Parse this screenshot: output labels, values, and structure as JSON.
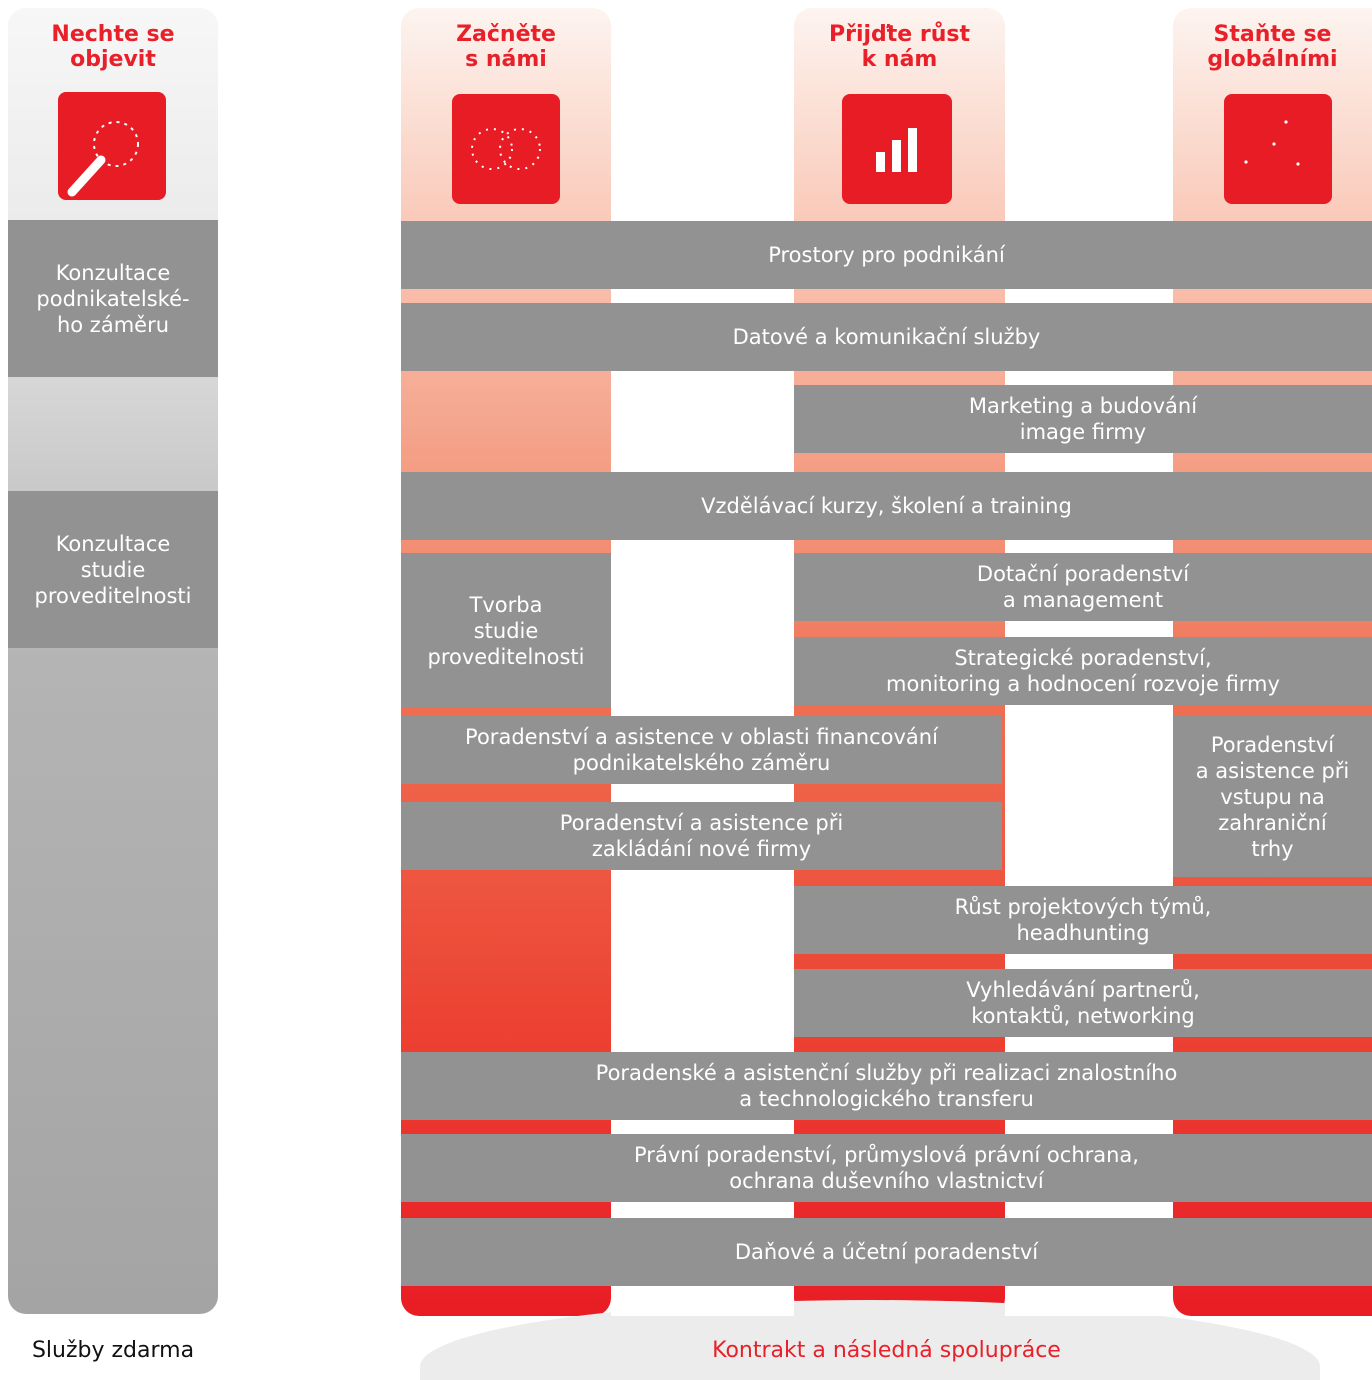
{
  "stages": [
    {
      "title": "Nechte se\nobjevit",
      "icon": "magnifier-icon"
    },
    {
      "title": "Začněte\ns námi",
      "icon": "eu-stars-icon"
    },
    {
      "title": "Přijďte růst\nk nám",
      "icon": "bar-chart-icon"
    },
    {
      "title": "Staňte se\nglobálními",
      "icon": "globe-dots-icon"
    }
  ],
  "free_services": [
    "Konzultace\npodnikatelské-\nho záměru",
    "Konzultace\nstudie\nproveditelnosti"
  ],
  "services": [
    "Prostory pro podnikání",
    "Datové a komunikační služby",
    "Marketing a budování\nimage firmy",
    "Vzdělávací kurzy, školení a training",
    "Dotační poradenství\na management",
    "Tvorba\nstudie\nproveditelnosti",
    "Strategické poradenství,\nmonitoring a hodnocení rozvoje firmy",
    "Poradenství a asistence v oblasti financování\npodnikatelského záměru",
    "Poradenství\na asistence při\nvstupu na\nzahraniční\ntrhy",
    "Poradenství a asistence při\nzakládání nové firmy",
    "Růst projektových týmů,\nheadhunting",
    "Vyhledávání partnerů,\nkontaktů, networking",
    "Poradenské a asistenční služby při realizaci znalostního\na technologického transferu",
    "Právní poradenství, průmyslová právní ochrana,\nochrana duševního vlastnictví",
    "Daňové a účetní poradenství"
  ],
  "footer": {
    "free_label": "Služby zdarma",
    "contract_label": "Kontrakt a následná spolupráce"
  },
  "colors": {
    "accent_red": "#e81c24",
    "bar_grey": "#929292",
    "heading_red": "#e8202a"
  }
}
